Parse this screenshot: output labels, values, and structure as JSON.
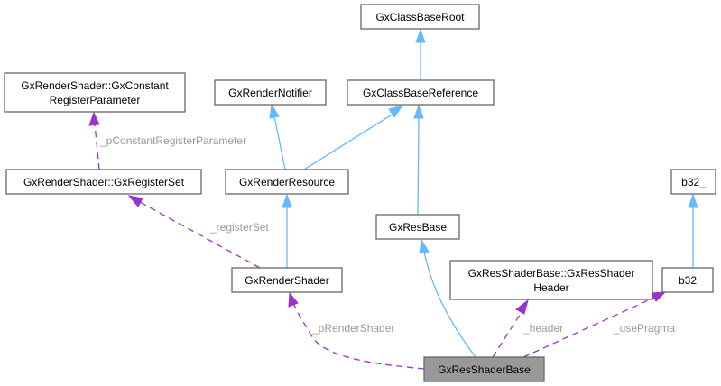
{
  "diagram": {
    "title": "Collaboration diagram for GxResShaderBase",
    "focus_node": "GxResShaderBase",
    "colors": {
      "inheritance": "#63b8ff",
      "usage": "#9a32cd",
      "focus_fill": "#999999",
      "label": "#9a9a9a"
    },
    "nodes": {
      "root": {
        "lines": [
          "GxClassBaseRoot"
        ]
      },
      "reference": {
        "lines": [
          "GxClassBaseReference"
        ]
      },
      "constparam": {
        "lines": [
          "GxRenderShader::GxConstant",
          "RegisterParameter"
        ]
      },
      "notifier": {
        "lines": [
          "GxRenderNotifier"
        ]
      },
      "registerset": {
        "lines": [
          "GxRenderShader::GxRegisterSet"
        ]
      },
      "resource": {
        "lines": [
          "GxRenderResource"
        ]
      },
      "resbase": {
        "lines": [
          "GxResBase"
        ]
      },
      "shader": {
        "lines": [
          "GxRenderShader"
        ]
      },
      "header": {
        "lines": [
          "GxResShaderBase::GxResShader",
          "Header"
        ]
      },
      "b32u": {
        "lines": [
          "b32_"
        ]
      },
      "b32": {
        "lines": [
          "b32"
        ]
      },
      "focus": {
        "lines": [
          "GxResShaderBase"
        ]
      }
    },
    "edges": {
      "pConstantRegisterParameter": "_pConstantRegisterParameter",
      "registerSet": "_registerSet",
      "pRenderShader": "_pRenderShader",
      "header": "_header",
      "usePragma": "_usePragma"
    }
  }
}
